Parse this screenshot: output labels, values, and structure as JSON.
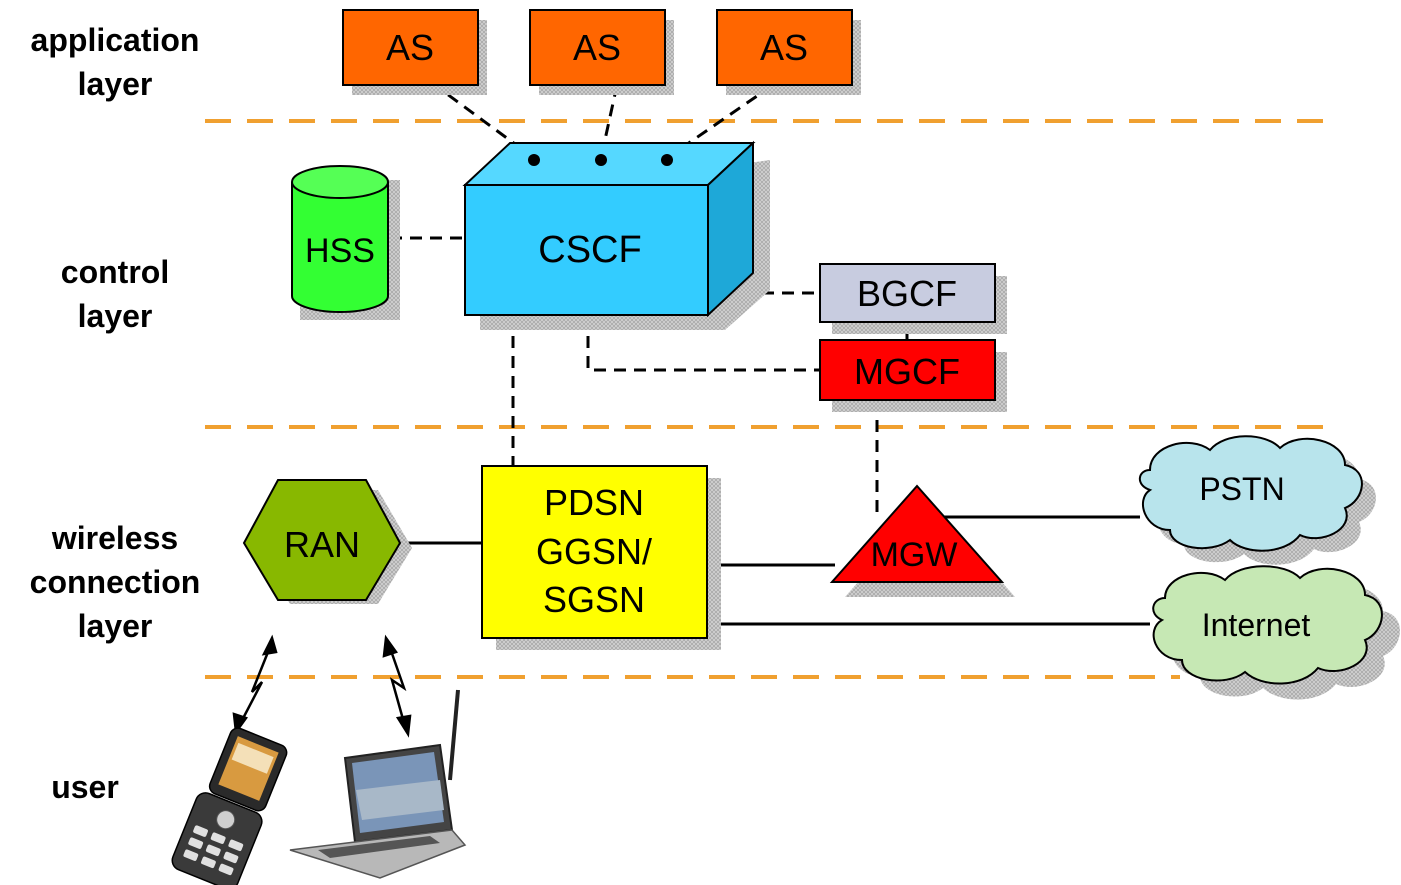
{
  "layers": {
    "application": "application\nlayer",
    "control": "control\nlayer",
    "wireless": "wireless\nconnection\nlayer",
    "user": "user"
  },
  "nodes": {
    "as1": "AS",
    "as2": "AS",
    "as3": "AS",
    "cscf": "CSCF",
    "hss": "HSS",
    "bgcf": "BGCF",
    "mgcf": "MGCF",
    "ran": "RAN",
    "pdsn_line1": "PDSN",
    "pdsn_line2": "GGSN/",
    "pdsn_line3": "SGSN",
    "mgw": "MGW",
    "pstn": "PSTN",
    "internet": "Internet"
  },
  "colors": {
    "as": "#FF6600",
    "cscf": "#33CCFF",
    "cscf_side": "#1EA8D8",
    "cscf_top": "#55D8FF",
    "hss": "#33FF33",
    "bgcf": "#C8CCE0",
    "mgcf": "#FF0000",
    "ran": "#88B800",
    "pdsn": "#FFFF00",
    "mgw": "#FF0000",
    "pstn": "#B8E4EC",
    "internet": "#C6E8B4",
    "separator": "#F0A030"
  }
}
